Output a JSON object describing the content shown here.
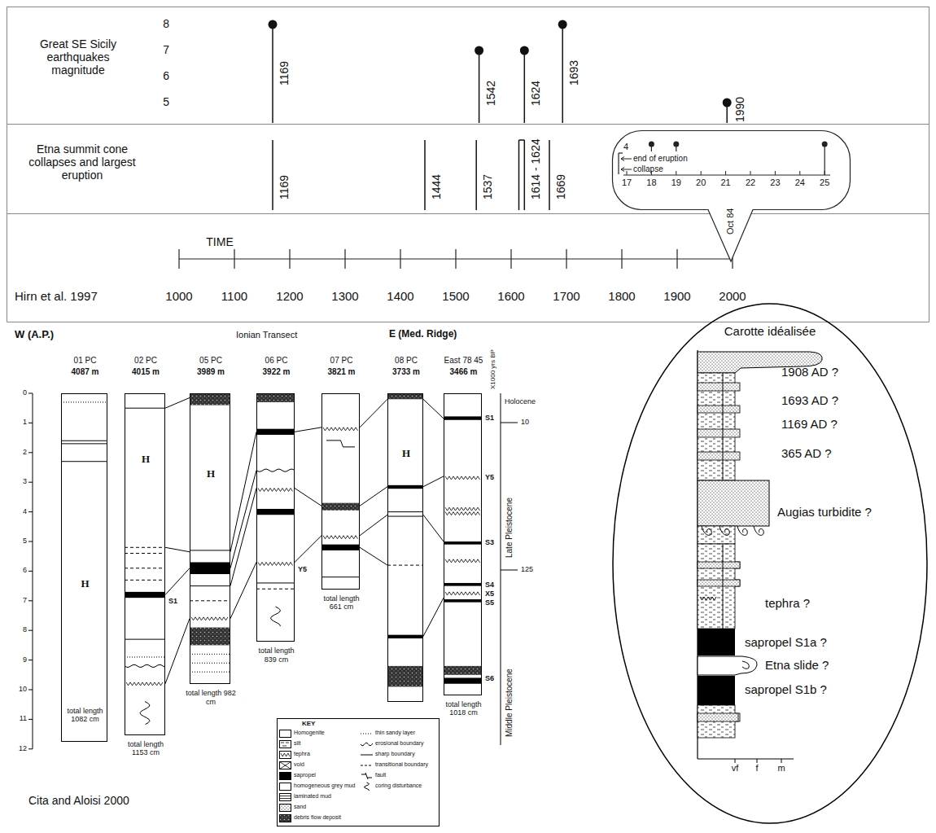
{
  "diagram": {
    "nodes": [
      {
        "text": [
          "Great SE Sicily earthquakes magnitude"
        ]
      },
      {
        "text": [
          "Etna summit cone collapses and largest eruption"
        ]
      },
      {
        "text": [
          "4",
          "end of eruption",
          "collapse",
          "17",
          "18",
          "19",
          "20",
          "21",
          "22",
          "23",
          "24",
          "25",
          "Oct 84"
        ]
      },
      {
        "text": [
          "01 PC",
          "4087 m",
          "H",
          "total length 1082 cm"
        ]
      },
      {
        "text": [
          "02 PC",
          "4015 m",
          "H",
          "S1",
          "total length 1153 cm"
        ]
      },
      {
        "text": [
          "05 PC",
          "3989 m",
          "H",
          "total length 982 cm"
        ]
      },
      {
        "text": [
          "06 PC",
          "3922 m",
          "Y5",
          "total length 839 cm"
        ]
      },
      {
        "text": [
          "07 PC",
          "3821 m",
          "total length 661 cm"
        ]
      },
      {
        "text": [
          "08 PC",
          "3733 m",
          "H"
        ]
      },
      {
        "text": [
          "East 78 45",
          "3466 m",
          "S1",
          "Y5",
          "S3",
          "S4",
          "X5",
          "S5",
          "S6",
          "total length 1018 cm"
        ]
      },
      {
        "text": [
          "KEY"
        ]
      },
      {
        "text": [
          "Carotte idéalisée",
          "1908 AD ?",
          "1693 AD ?",
          "1169 AD ?",
          "365 AD ?",
          "Augias turbidite ?",
          "tephra ?",
          "sapropel S1a ?",
          "Etna slide ?",
          "sapropel S1b ?",
          "vf",
          "f",
          "m"
        ]
      }
    ],
    "edges": [
      {
        "from": 4,
        "to": 5,
        "arrow": "none"
      },
      {
        "from": 4,
        "to": 5,
        "arrow": "none"
      },
      {
        "from": 4,
        "to": 5,
        "arrow": "none"
      },
      {
        "from": 4,
        "to": 5,
        "arrow": "none"
      },
      {
        "from": 5,
        "to": 6,
        "arrow": "none"
      },
      {
        "from": 5,
        "to": 6,
        "arrow": "none"
      },
      {
        "from": 5,
        "to": 6,
        "arrow": "none"
      },
      {
        "from": 5,
        "to": 6,
        "arrow": "none"
      },
      {
        "from": 6,
        "to": 7,
        "arrow": "none"
      },
      {
        "from": 6,
        "to": 7,
        "arrow": "none"
      },
      {
        "from": 6,
        "to": 7,
        "arrow": "none"
      },
      {
        "from": 7,
        "to": 8,
        "arrow": "none"
      },
      {
        "from": 7,
        "to": 8,
        "arrow": "none"
      },
      {
        "from": 7,
        "to": 8,
        "arrow": "none"
      },
      {
        "from": 7,
        "to": 8,
        "arrow": "none"
      },
      {
        "from": 8,
        "to": 9,
        "arrow": "none"
      },
      {
        "from": 8,
        "to": 9,
        "arrow": "none"
      },
      {
        "from": 8,
        "to": 9,
        "arrow": "none"
      },
      {
        "from": 8,
        "to": 9,
        "arrow": "none"
      }
    ],
    "labels": [
      "8",
      "7",
      "6",
      "5",
      "1169",
      "1542",
      "1624",
      "1693",
      "1990",
      "1169",
      "1444",
      "1537",
      "1614 - 1624",
      "1669",
      "TIME",
      "Hirn et al. 1997",
      "1000",
      "1100",
      "1200",
      "1300",
      "1400",
      "1500",
      "1600",
      "1700",
      "1800",
      "1900",
      "2000",
      "W (A.P.)",
      "Ionian Transect",
      "E (Med. Ridge)",
      "X1000 yrs BP",
      "Holocene",
      "10",
      "Late Pleistocene",
      "125",
      "Middle Pleistocene",
      "0",
      "1",
      "2",
      "3",
      "4",
      "5",
      "6",
      "7",
      "8",
      "9",
      "10",
      "11",
      "12",
      "Cita and Aloisi 2000",
      "H"
    ],
    "legend": [
      {
        "text": "Homogenite"
      },
      {
        "text": "silt"
      },
      {
        "text": "tephra"
      },
      {
        "text": "void"
      },
      {
        "text": "sapropel",
        "color": "#000000"
      },
      {
        "text": "homogeneous grey mud"
      },
      {
        "text": "laminated mud"
      },
      {
        "text": "sand"
      },
      {
        "text": "debris flow deposit"
      },
      {
        "text": "thin sandy layer"
      },
      {
        "text": "erosional boundary"
      },
      {
        "text": "sharp boundary"
      },
      {
        "text": "transitional boundary"
      },
      {
        "text": "fault"
      },
      {
        "text": "coring disturbance"
      }
    ]
  }
}
